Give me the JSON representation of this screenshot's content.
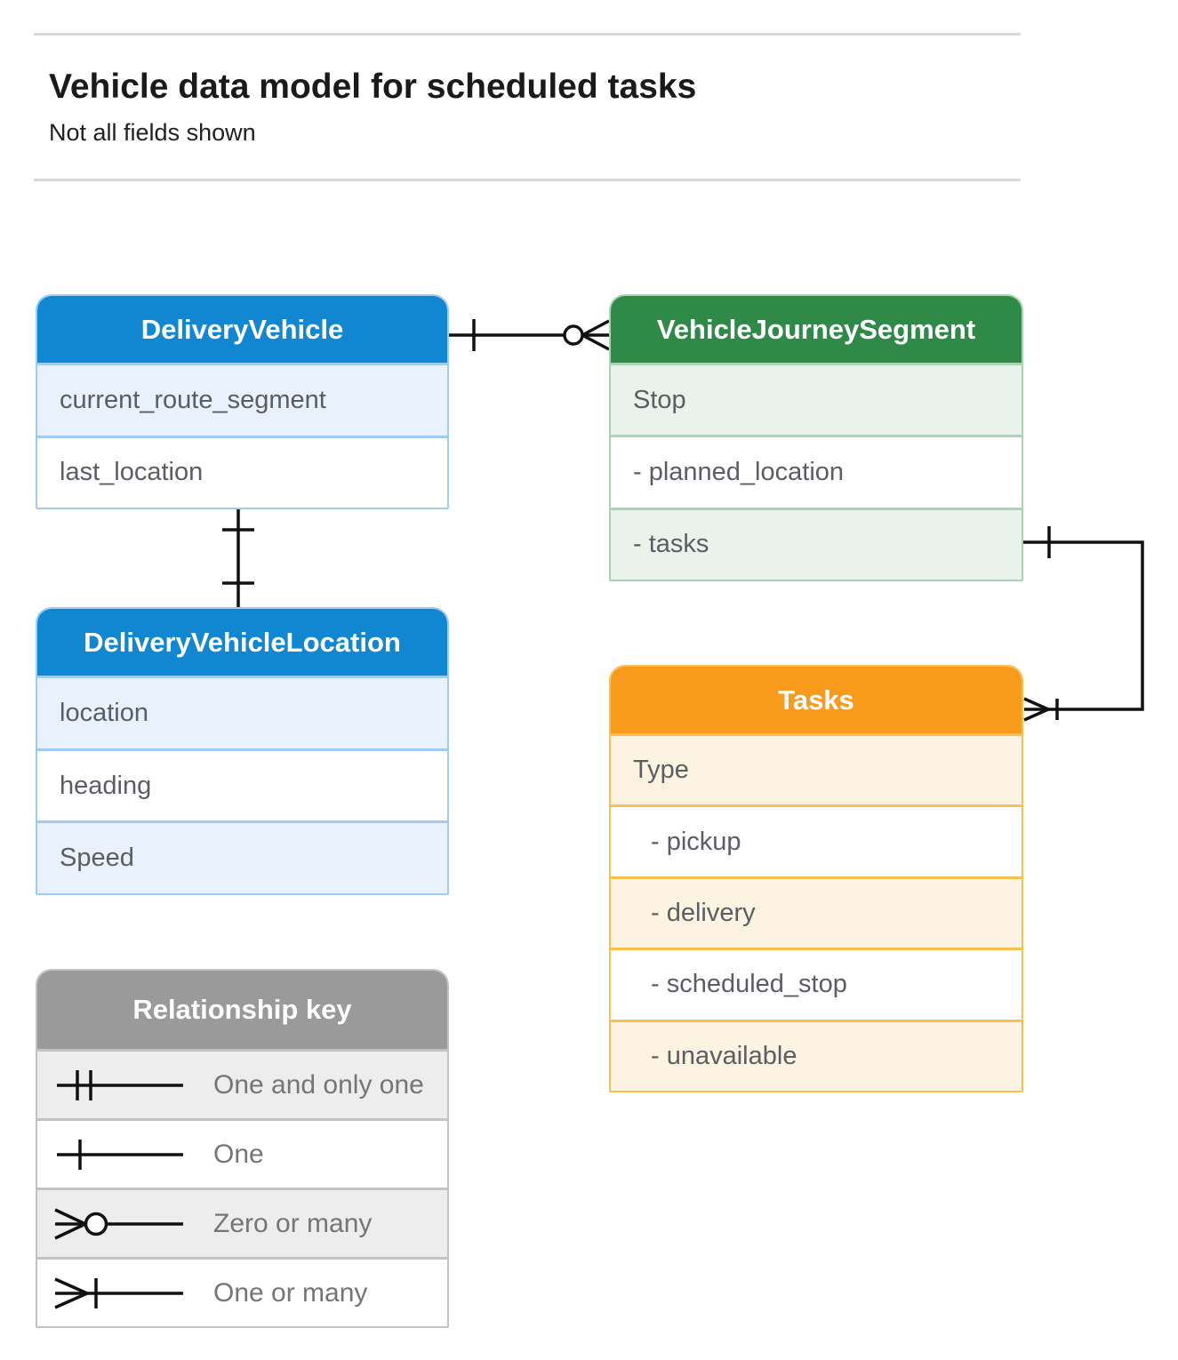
{
  "page": {
    "title": "Vehicle data model for scheduled tasks",
    "subtitle": "Not all fields shown"
  },
  "entities": [
    {
      "id": "delivery-vehicle",
      "title": "DeliveryVehicle",
      "header_color": "#1287d1",
      "row_tint": "#e8f1fc",
      "border_color": "#a0ccf1",
      "rows": [
        {
          "label": "current_route_segment",
          "tinted": true,
          "sub": false
        },
        {
          "label": "last_location",
          "tinted": false,
          "sub": false
        }
      ]
    },
    {
      "id": "vehicle-journey-segment",
      "title": "VehicleJourneySegment",
      "header_color": "#2f8a47",
      "row_tint": "#e9f3ec",
      "border_color": "#a9d5b2",
      "rows": [
        {
          "label": "Stop",
          "tinted": true,
          "sub": false
        },
        {
          "label": "- planned_location",
          "tinted": false,
          "sub": false
        },
        {
          "label": "- tasks",
          "tinted": true,
          "sub": false
        }
      ]
    },
    {
      "id": "delivery-vehicle-location",
      "title": "DeliveryVehicleLocation",
      "header_color": "#1287d1",
      "row_tint": "#e8f1fc",
      "border_color": "#a0ccf1",
      "rows": [
        {
          "label": "location",
          "tinted": true,
          "sub": false
        },
        {
          "label": "heading",
          "tinted": false,
          "sub": false
        },
        {
          "label": "Speed",
          "tinted": true,
          "sub": false
        }
      ]
    },
    {
      "id": "tasks",
      "title": "Tasks",
      "header_color": "#f89b1d",
      "row_tint": "#fdf3e3",
      "border_color": "#f7c04f",
      "rows": [
        {
          "label": "Type",
          "tinted": true,
          "sub": false
        },
        {
          "label": "- pickup",
          "tinted": false,
          "sub": true
        },
        {
          "label": "- delivery",
          "tinted": true,
          "sub": true
        },
        {
          "label": "- scheduled_stop",
          "tinted": false,
          "sub": true
        },
        {
          "label": "- unavailable",
          "tinted": true,
          "sub": true
        }
      ]
    }
  ],
  "legend": {
    "title": "Relationship key",
    "items": [
      {
        "symbol": "one-and-only-one",
        "label": "One and only one",
        "tinted": true
      },
      {
        "symbol": "one",
        "label": "One",
        "tinted": false
      },
      {
        "symbol": "zero-or-many",
        "label": "Zero or many",
        "tinted": true
      },
      {
        "symbol": "one-or-many",
        "label": "One or many",
        "tinted": false
      }
    ]
  },
  "connectors": [
    {
      "from": "DeliveryVehicle",
      "to": "VehicleJourneySegment",
      "from_end": "one",
      "to_end": "zero-or-many"
    },
    {
      "from": "DeliveryVehicle",
      "to": "DeliveryVehicleLocation",
      "from_end": "one",
      "to_end": "one"
    },
    {
      "from": "VehicleJourneySegment.tasks",
      "to": "Tasks",
      "from_end": "one",
      "to_end": "one-or-many"
    }
  ]
}
